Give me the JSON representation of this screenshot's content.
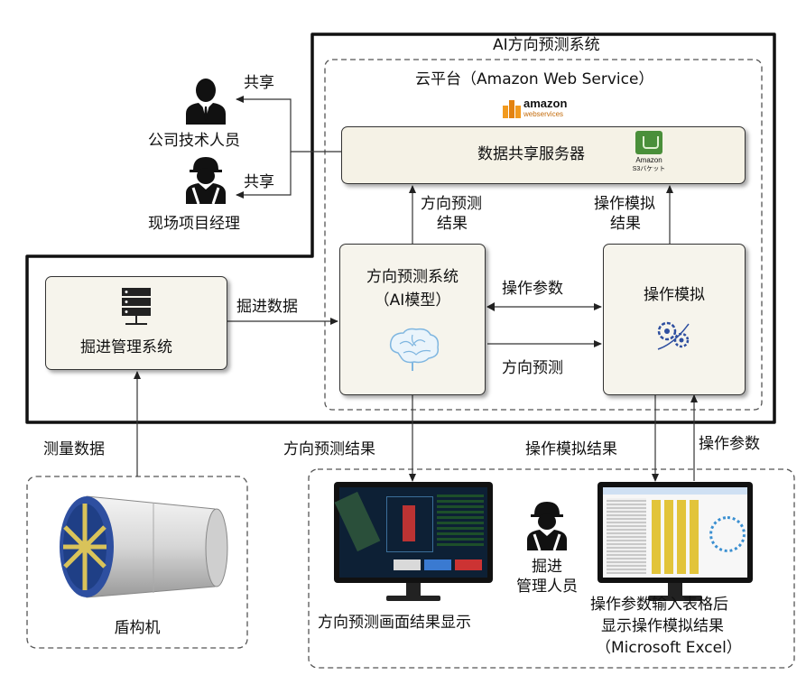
{
  "system_title": "AI方向预测系统",
  "cloud": {
    "title": "云平台（Amazon Web Service）",
    "logo_name": "amazon",
    "logo_sub": "webservices"
  },
  "server": {
    "label": "数据共享服务器",
    "badge_brand": "Amazon",
    "badge_sub": "S3バケット"
  },
  "people": {
    "engineer_label": "公司技术人员",
    "manager_label": "现场项目经理",
    "share_label_1": "共享",
    "share_label_2": "共享"
  },
  "tunneling_mgmt": {
    "label": "掘进管理系统",
    "arrow_label": "掘进数据"
  },
  "ai_model": {
    "label_line1": "方向预测系统",
    "label_line2": "（AI模型）"
  },
  "op_sim": {
    "label": "操作模拟"
  },
  "arrows": {
    "prediction_result_up_l1": "方向预测",
    "prediction_result_up_l2": "结果",
    "sim_result_up_l1": "操作模拟",
    "sim_result_up_l2": "结果",
    "op_params": "操作参数",
    "direction_prediction": "方向预测",
    "measurement_data": "测量数据",
    "prediction_result_down": "方向预测结果",
    "sim_result_down": "操作模拟结果",
    "op_params_up": "操作参数"
  },
  "bottom": {
    "shield_machine": "盾构机",
    "display_caption": "方向预测画面结果显示",
    "operator_label_l1": "掘进",
    "operator_label_l2": "管理人员",
    "excel_caption_l1": "操作参数输入表格后",
    "excel_caption_l2": "显示操作模拟结果",
    "excel_caption_l3": "（Microsoft Excel）"
  },
  "colors": {
    "aws_orange": "#f29a1e",
    "s3_green": "#4a8f3a",
    "shield_blue": "#2e4fa0",
    "brain_blue": "#7fb6e0"
  }
}
